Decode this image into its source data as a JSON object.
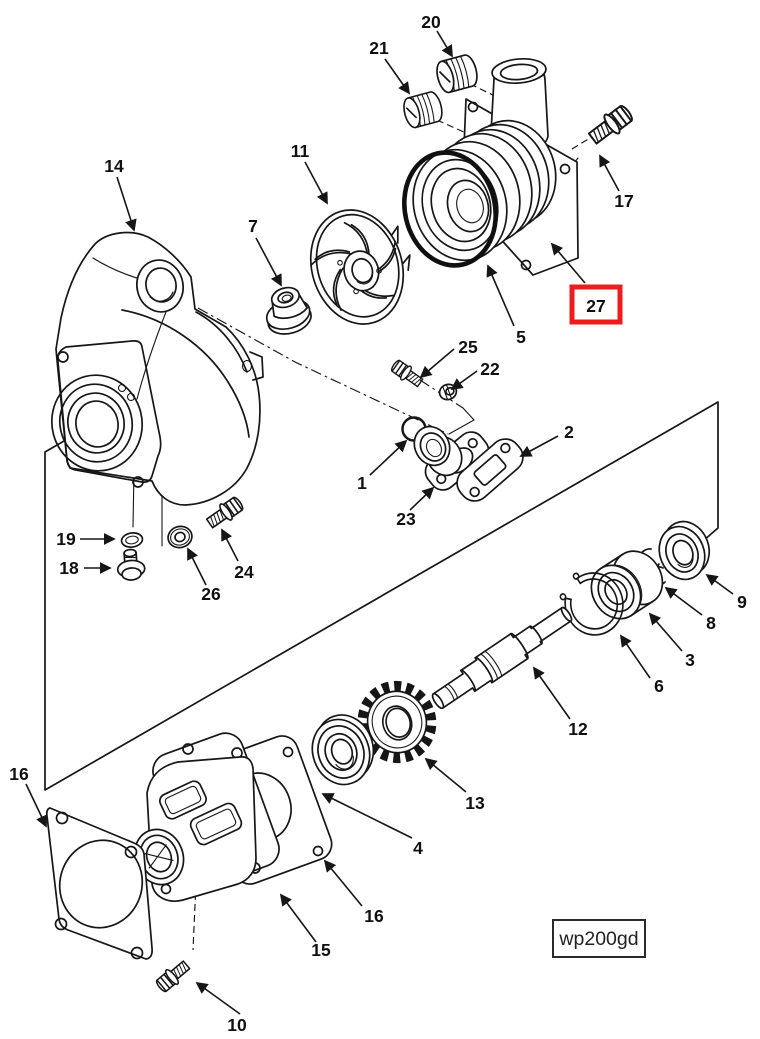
{
  "figure": {
    "code": "wp200gd",
    "highlighted_part": "27",
    "highlight_color": "#ee1c1c",
    "line_color": "#161616",
    "background": "#ffffff"
  },
  "callouts": {
    "n1": "1",
    "n2": "2",
    "n3": "3",
    "n4": "4",
    "n5": "5",
    "n6": "6",
    "n7": "7",
    "n8": "8",
    "n9": "9",
    "n10": "10",
    "n11": "11",
    "n12": "12",
    "n13": "13",
    "n14": "14",
    "n15": "15",
    "n16a": "16",
    "n16b": "16",
    "n17": "17",
    "n18": "18",
    "n19": "19",
    "n20": "20",
    "n21": "21",
    "n22": "22",
    "n23": "23",
    "n24": "24",
    "n25": "25",
    "n26": "26",
    "n27": "27"
  }
}
